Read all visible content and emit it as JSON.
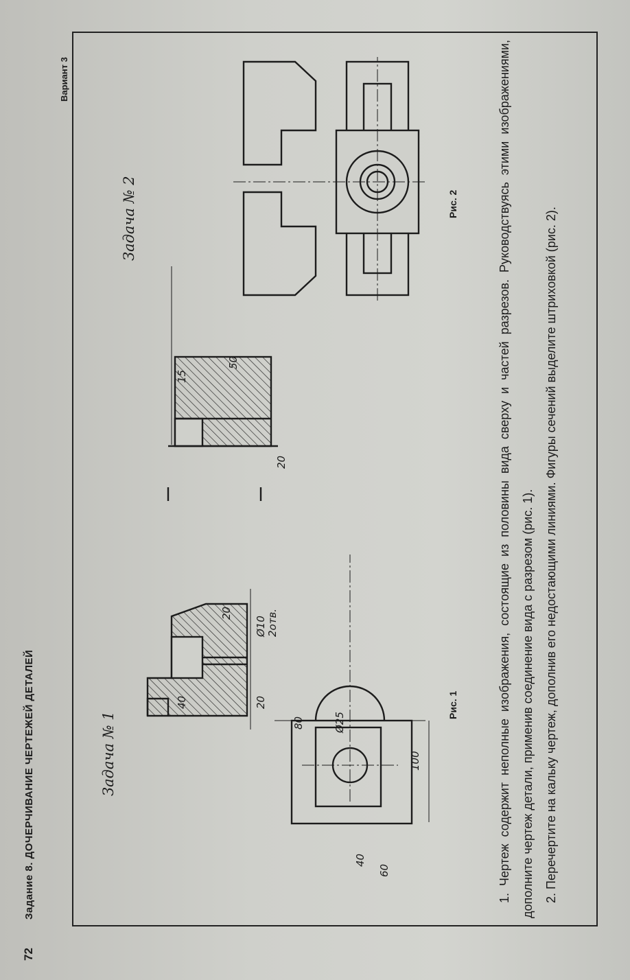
{
  "header": {
    "page_number": "72",
    "title": "Задание 8. ДОЧЕРЧИВАНИЕ ЧЕРТЕЖЕЙ ДЕТАЛЕЙ",
    "variant": "Вариант 3"
  },
  "task1": {
    "title": "Задача № 1",
    "figure_caption": "Рис. 1",
    "dimensions": {
      "d40_top": "40",
      "d20_left": "20",
      "d20_right": "20",
      "d10": "Ø10",
      "holes": "2отв.",
      "d80": "80",
      "d25": "Ø25",
      "d100": "100",
      "d40_bottom": "40",
      "d60": "60"
    }
  },
  "middle_section": {
    "dimensions": {
      "d50": "50",
      "d15": "15",
      "d20": "20"
    }
  },
  "task2": {
    "title": "Задача № 2",
    "figure_caption": "Рис. 2"
  },
  "instructions": {
    "p1": "1. Чертеж содержит неполные изображения, состоящие из половины вида сверху и частей разрезов. Руководствуясь этими изображениями, дополните чертеж детали, применив соединение вида с разрезом (рис. 1).",
    "p2": "2. Перечертите на кальку чертеж, дополнив его недостающими линиями. Фигуры сечений выделите штриховкой (рис. 2)."
  }
}
